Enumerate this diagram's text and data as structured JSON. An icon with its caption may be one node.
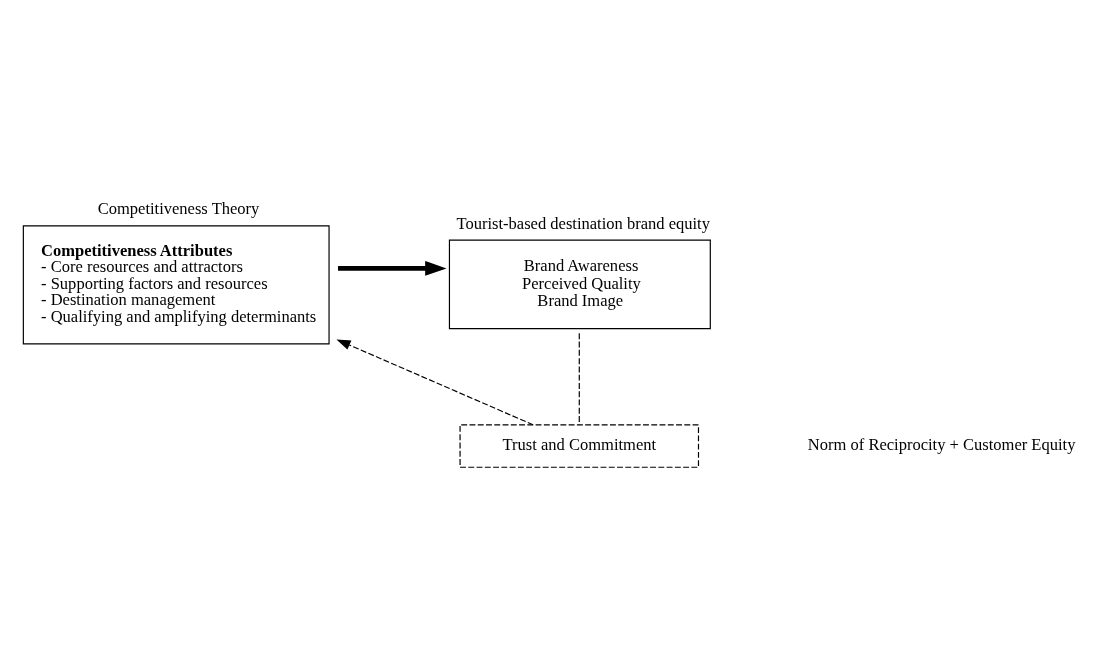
{
  "diagram": {
    "nodes": [
      {
        "text": [
          "Competitiveness Theory",
          "Competitiveness Attributes",
          "- Core resources and attractors",
          "- Supporting factors and resources",
          "- Destination management",
          "- Qualifying and amplifying determinants"
        ]
      },
      {
        "text": [
          "Tourist-based destination brand equity",
          "Brand Awareness",
          "Perceived Quality",
          "Brand Image"
        ]
      },
      {
        "text": [
          "Trust and Commitment"
        ]
      }
    ],
    "edges": [
      {
        "from": 0,
        "to": 1,
        "arrow": "to",
        "style": "thick"
      },
      {
        "from": 1,
        "to": 2,
        "arrow": "none",
        "style": "dashed"
      },
      {
        "from": 2,
        "to": 0,
        "arrow": "to",
        "style": "dashed"
      }
    ],
    "labels": [
      "Norm of Reciprocity + Customer Equity"
    ]
  }
}
